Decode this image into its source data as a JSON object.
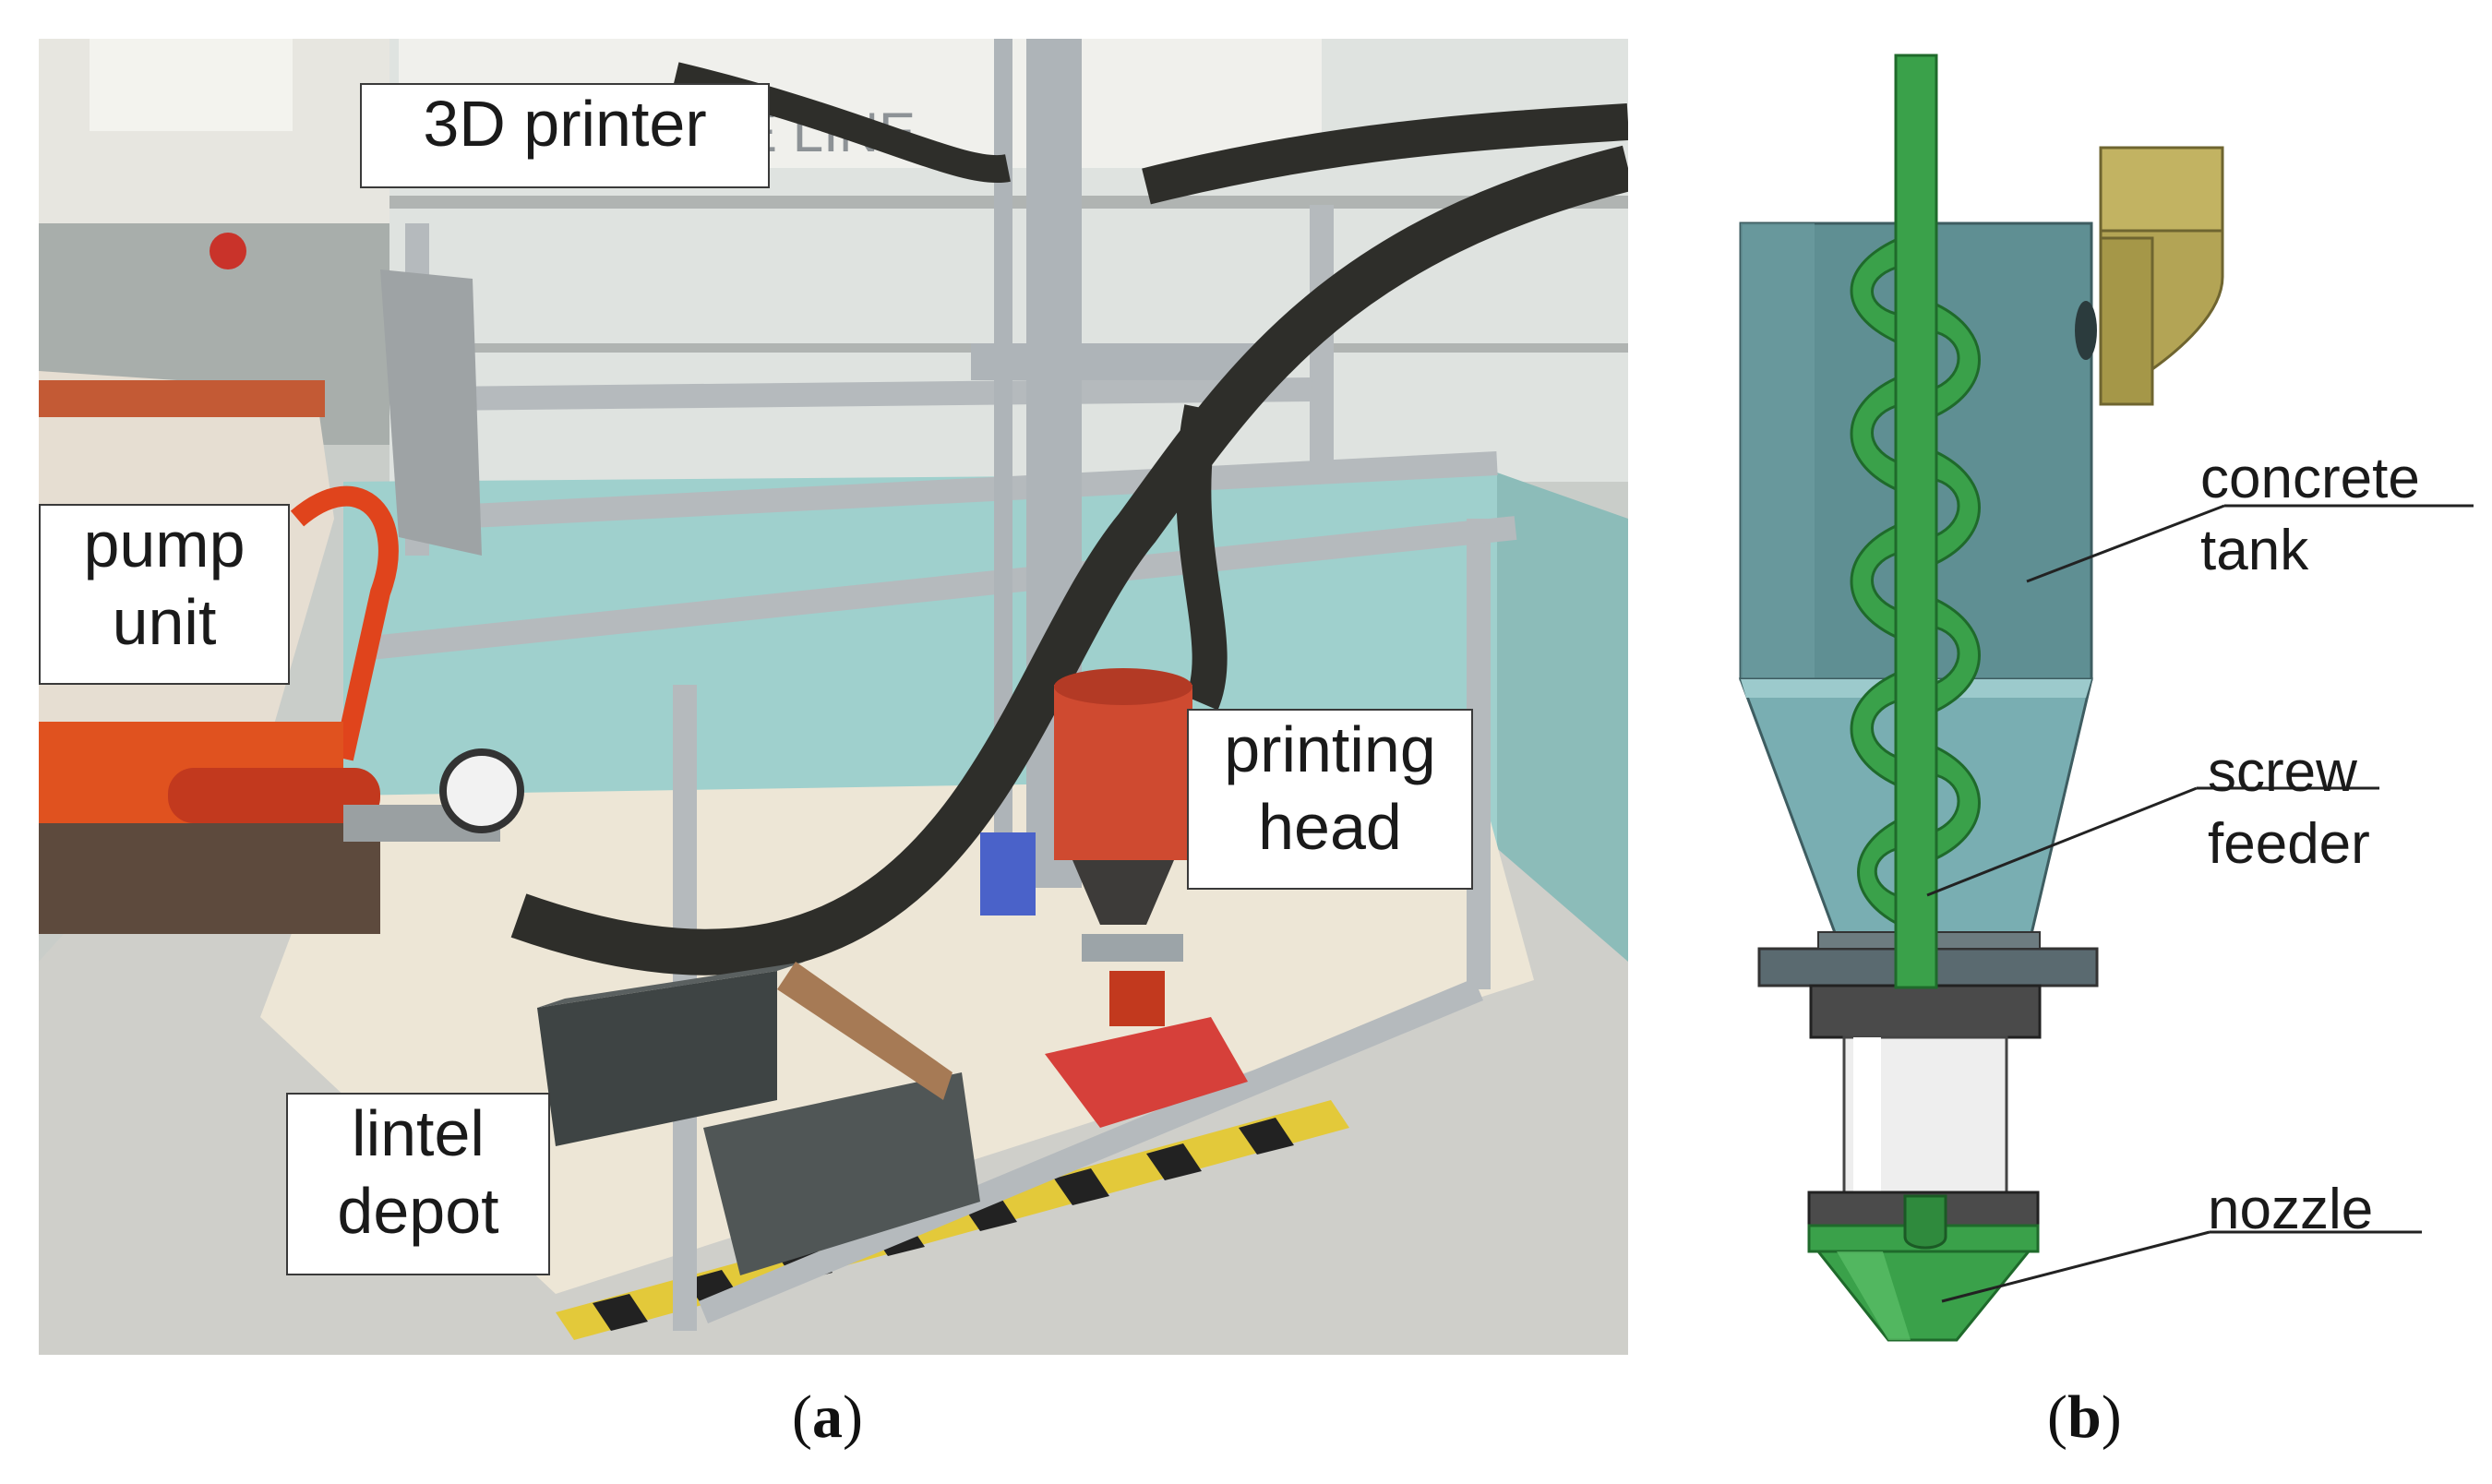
{
  "panel_a": {
    "labels": {
      "printer": "3D printer",
      "pump": "pump\nunit",
      "head": "printing\nhead",
      "lintel": "lintel\ndepot"
    },
    "background_sign": "E LINE",
    "caption_letter": "a"
  },
  "panel_b": {
    "labels": {
      "tank": "concrete\ntank",
      "screw": "screw\nfeeder",
      "nozzle": "nozzle"
    },
    "caption_letter": "b"
  },
  "colors": {
    "tank": "#5f8f93",
    "screw": "#3aa14a",
    "nozzle": "#3aa14a",
    "fitting": "#b3a455",
    "hopper_orange": "#d9541e",
    "hose": "#2e2e2a",
    "frame": "#b8bcbf"
  }
}
